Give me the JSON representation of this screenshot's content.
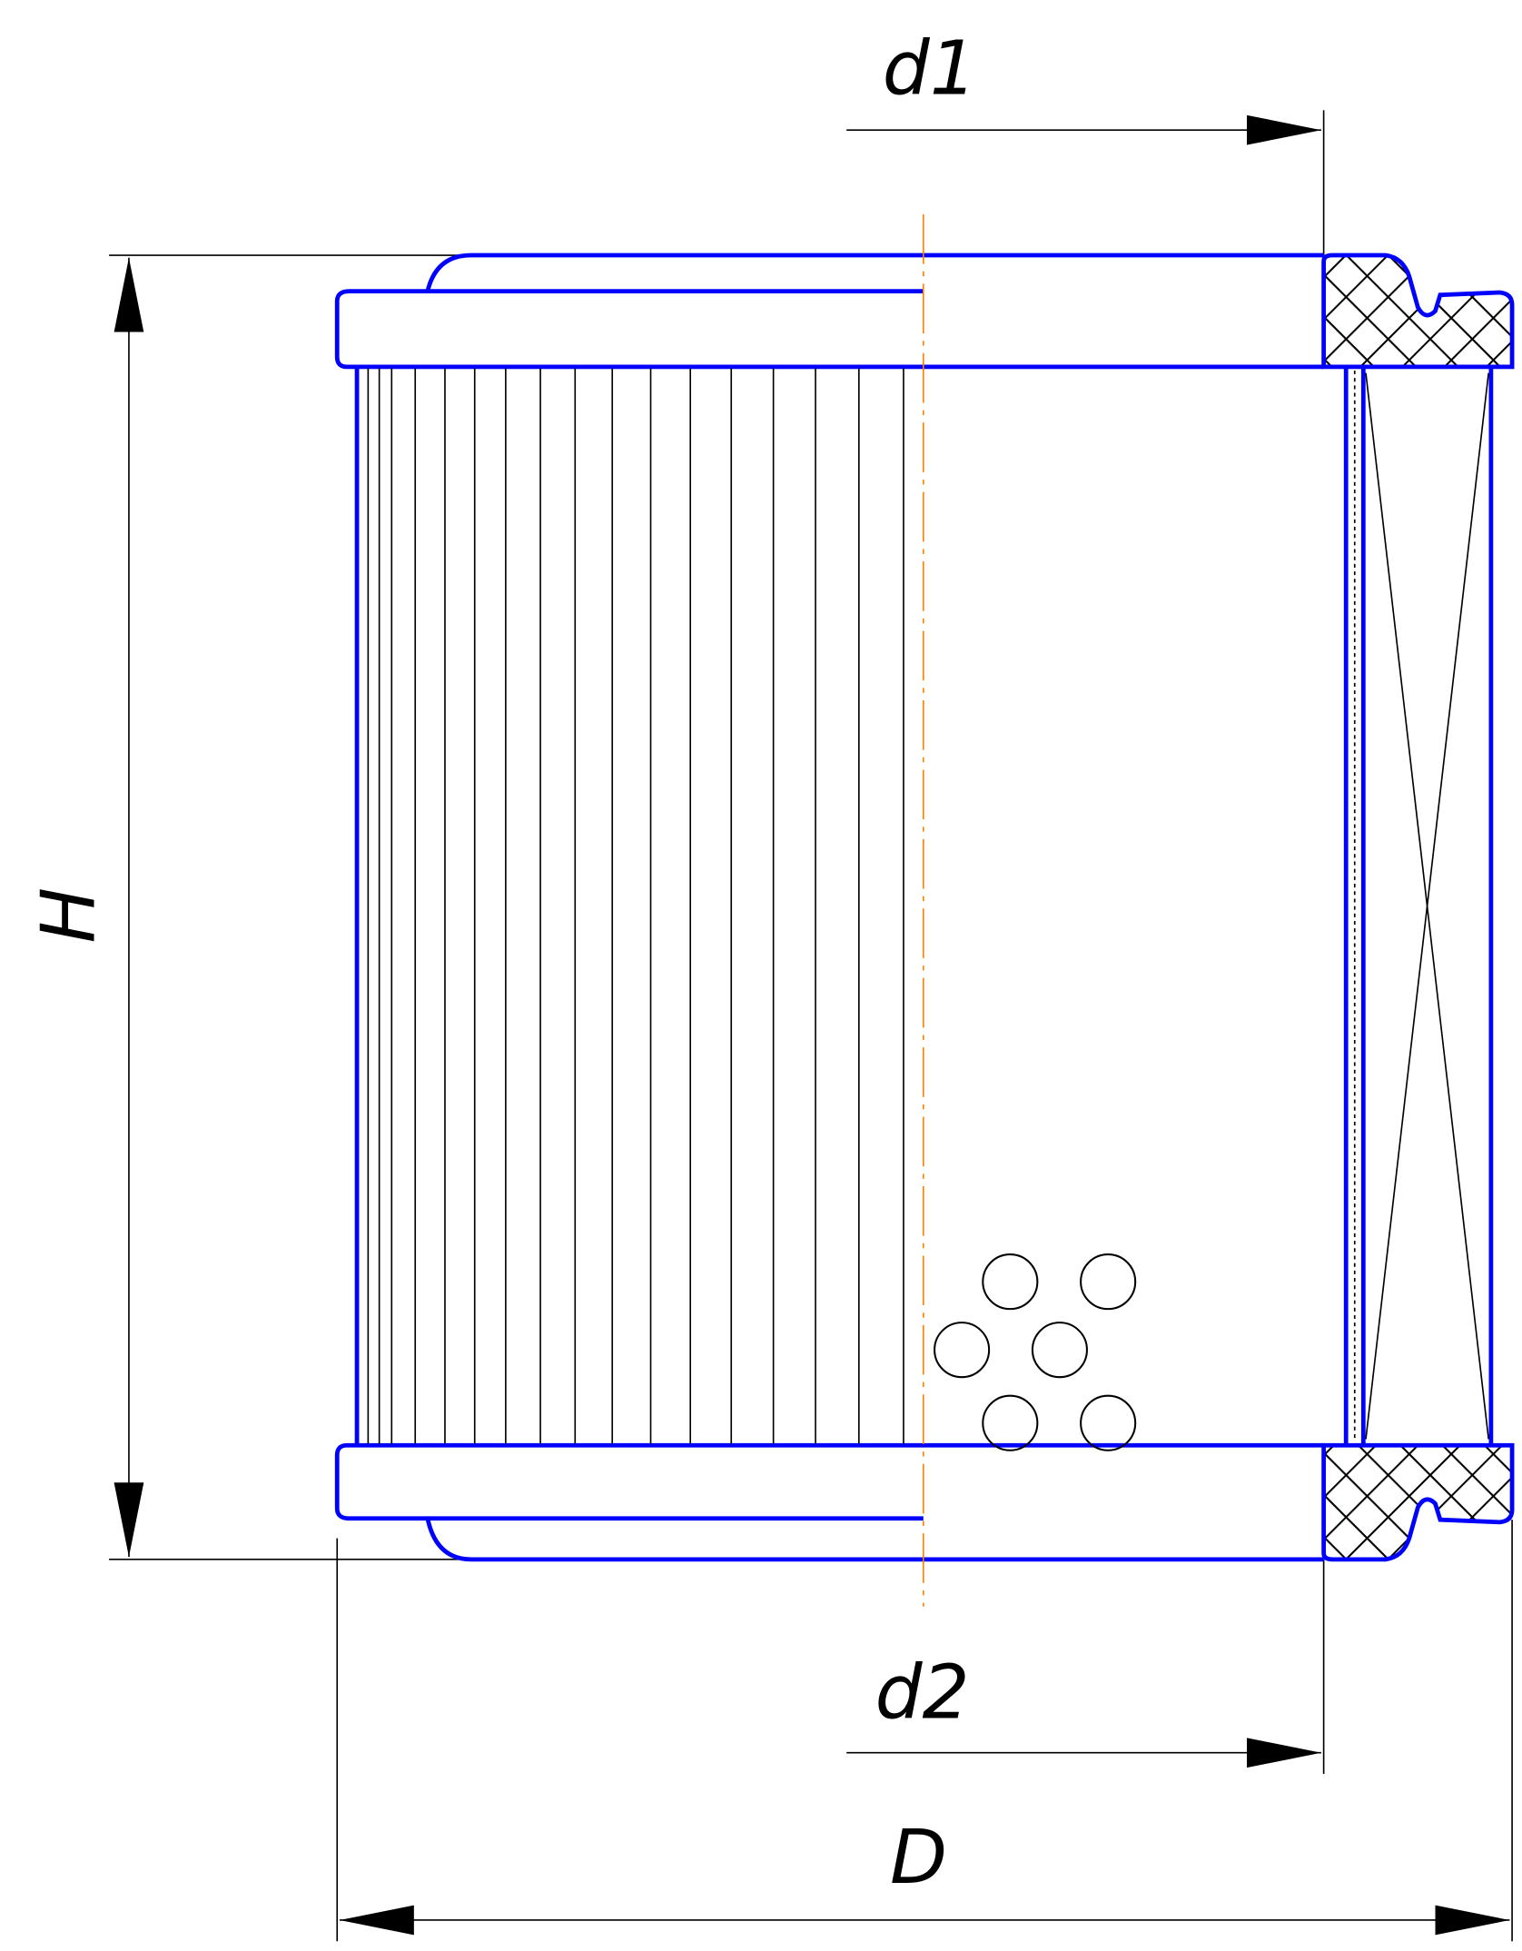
{
  "drawing": {
    "labels": {
      "d1": "d1",
      "d2": "d2",
      "H": "H",
      "D": "D"
    },
    "colors": {
      "outline": "#0000ff",
      "thin": "#000000",
      "centerline": "#ff8000"
    }
  }
}
